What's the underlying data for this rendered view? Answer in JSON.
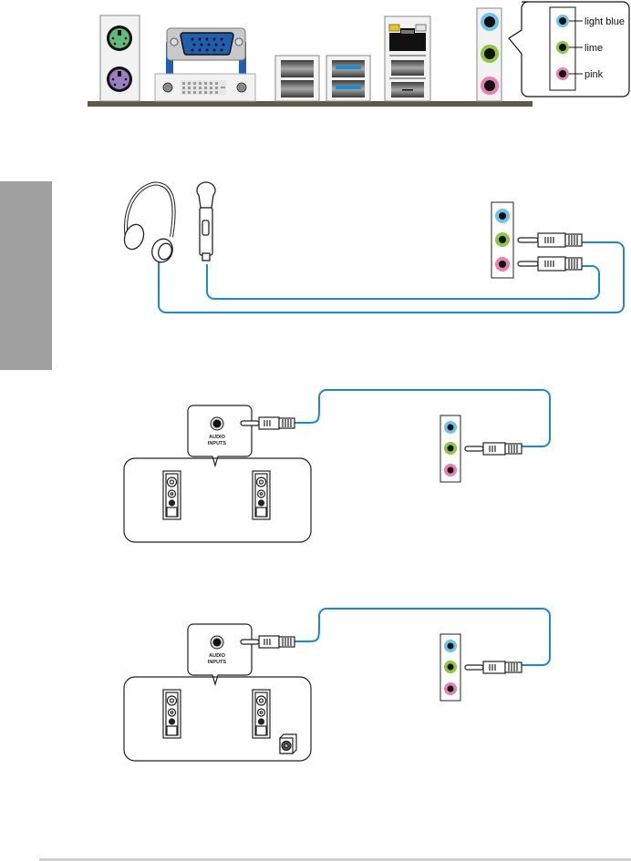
{
  "rear_panel": {
    "callout": {
      "jacks": [
        {
          "label": "light blue",
          "color": "#6fc3ea"
        },
        {
          "label": "lime",
          "color": "#8dc63f"
        },
        {
          "label": "pink",
          "color": "#e77fb0"
        }
      ]
    },
    "ports": [
      "ps2-keyboard",
      "ps2-mouse",
      "vga",
      "dvi",
      "usb2",
      "usb3",
      "lan",
      "audio-jacks"
    ],
    "colors": {
      "ps2_keyboard": "#5fba7d",
      "ps2_mouse": "#9a7fc0",
      "vga": "#1f5fae",
      "usb3_accent": "#1c8fd8",
      "lan_led": "#f3c400",
      "base_plate": "#5d5a4b"
    }
  },
  "diagrams": [
    {
      "id": "headphone-mic",
      "devices": [
        "headphone",
        "microphone"
      ],
      "connected_jacks": [
        "lime",
        "pink"
      ]
    },
    {
      "id": "stereo-speakers",
      "devices": [
        "speaker-left",
        "speaker-right"
      ],
      "connected_jacks": [
        "lime"
      ],
      "input_label_line1": "AUDIO",
      "input_label_line2": "INPUTS"
    },
    {
      "id": "two-one-speakers",
      "devices": [
        "speaker-left",
        "speaker-right",
        "subwoofer"
      ],
      "connected_jacks": [
        "lime"
      ],
      "input_label_line1": "AUDIO",
      "input_label_line2": "INPUTS"
    }
  ],
  "cable_color": "#1b88cf",
  "side_tab_color": "#a0a0a0"
}
